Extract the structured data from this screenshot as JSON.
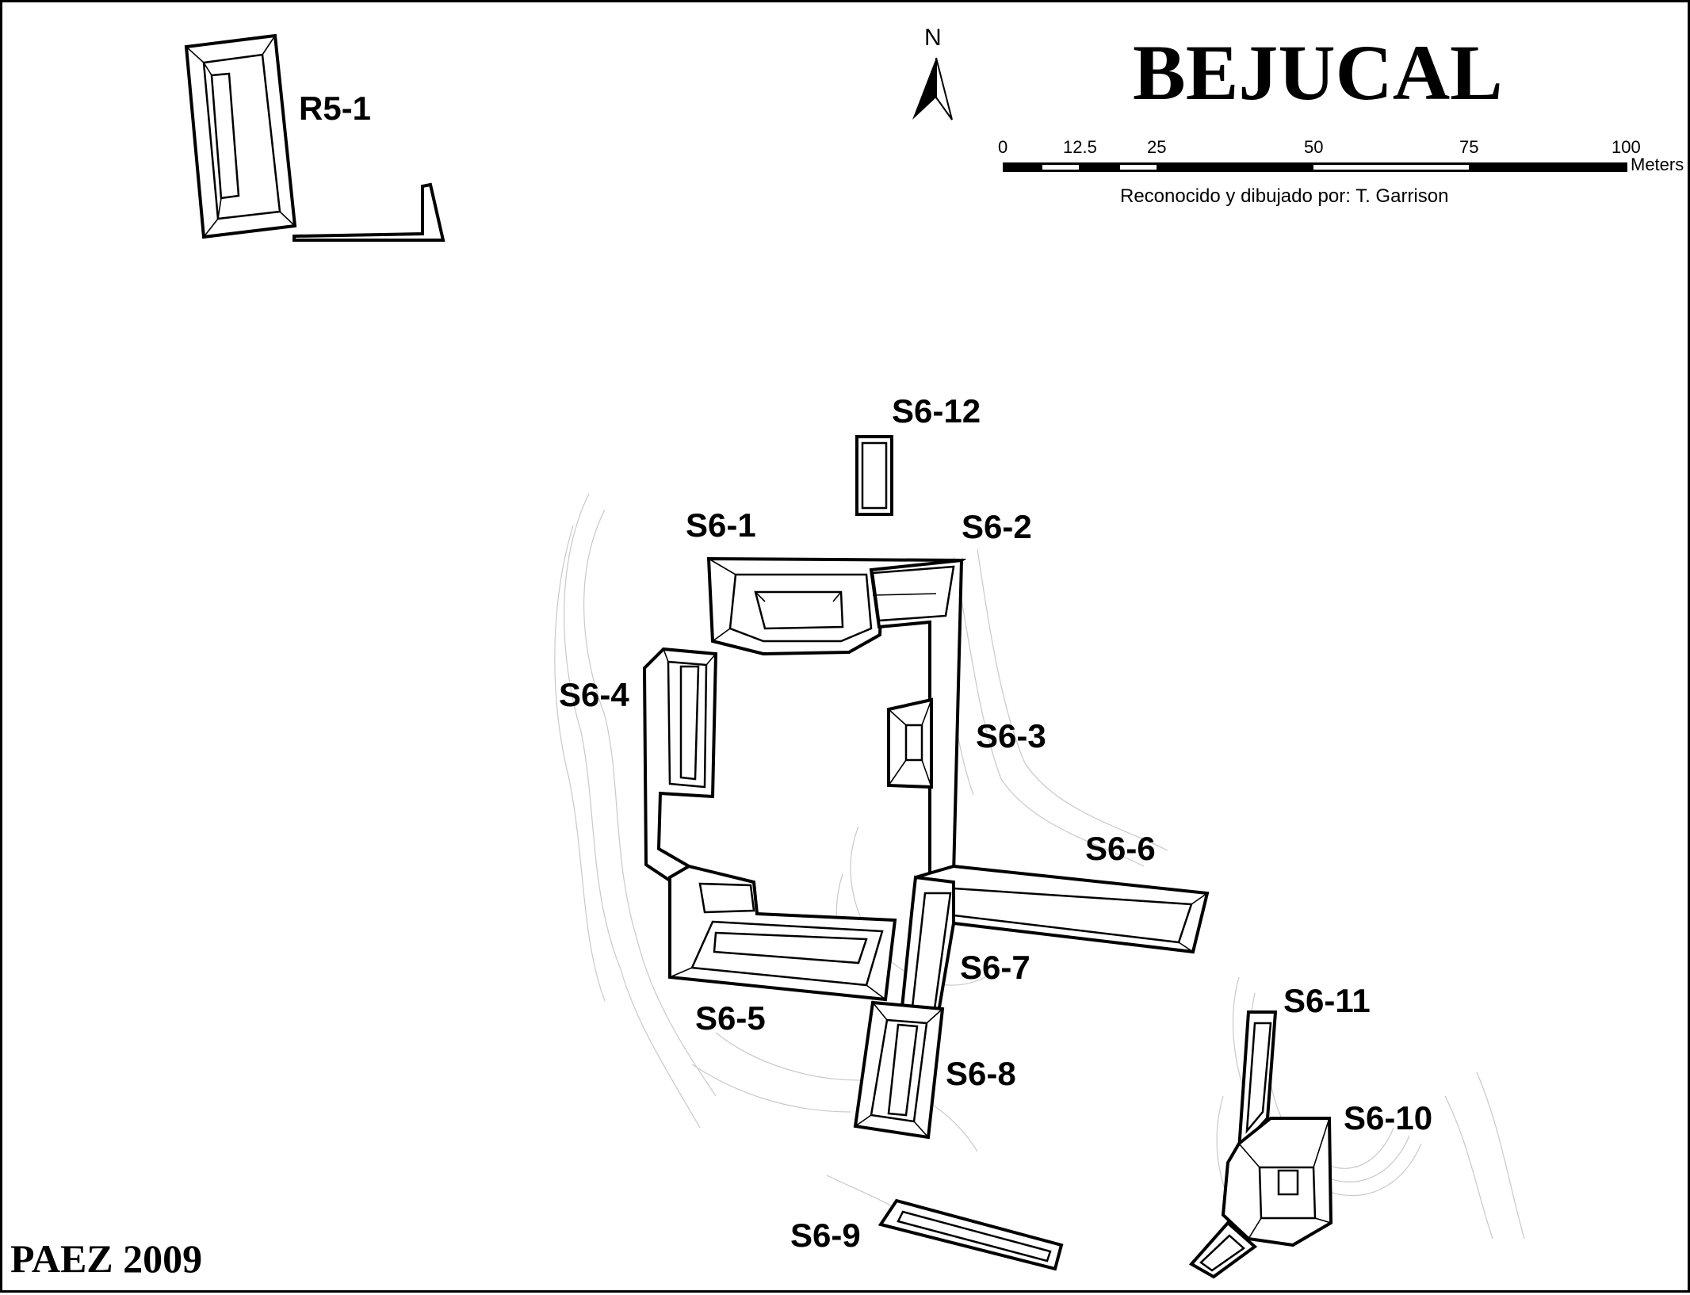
{
  "title": "BEJUCAL",
  "credit": "PAEZ 2009",
  "surveyed_by": "Reconocido y dibujado por: T. Garrison",
  "north_arrow": {
    "letter": "N",
    "icon": "north-arrow-icon"
  },
  "scale_bar": {
    "ticks": [
      "0",
      "12.5",
      "25",
      "50",
      "75",
      "100"
    ],
    "unit": "Meters"
  },
  "structures": {
    "r5_1": "R5-1",
    "s6_1": "S6-1",
    "s6_2": "S6-2",
    "s6_3": "S6-3",
    "s6_4": "S6-4",
    "s6_5": "S6-5",
    "s6_6": "S6-6",
    "s6_7": "S6-7",
    "s6_8": "S6-8",
    "s6_9": "S6-9",
    "s6_10": "S6-10",
    "s6_11": "S6-11",
    "s6_12": "S6-12"
  },
  "colors": {
    "ink": "#000000",
    "contour": "#c9c9c9",
    "background": "#ffffff"
  }
}
